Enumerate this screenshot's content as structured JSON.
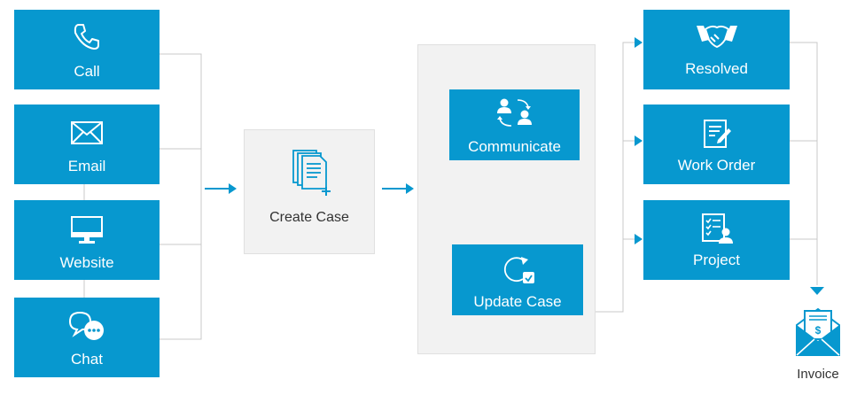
{
  "channels": [
    {
      "label": "Call",
      "icon": "phone-icon"
    },
    {
      "label": "Email",
      "icon": "envelope-icon"
    },
    {
      "label": "Website",
      "icon": "monitor-icon"
    },
    {
      "label": "Chat",
      "icon": "chat-bubbles-icon"
    }
  ],
  "create_case": {
    "label": "Create Case",
    "icon": "documents-add-icon"
  },
  "process": {
    "communicate": {
      "label": "Communicate",
      "icon": "users-sync-icon"
    },
    "update_case": {
      "label": "Update Case",
      "icon": "refresh-check-icon"
    }
  },
  "outcomes": [
    {
      "label": "Resolved",
      "icon": "handshake-icon"
    },
    {
      "label": "Work Order",
      "icon": "edit-document-icon"
    },
    {
      "label": "Project",
      "icon": "checklist-user-icon"
    }
  ],
  "invoice": {
    "label": "Invoice",
    "icon": "invoice-envelope-icon"
  },
  "colors": {
    "box": "#0798cf",
    "panel": "#f2f2f2",
    "connector": "#c8c8c8",
    "arrow": "#0798cf"
  }
}
